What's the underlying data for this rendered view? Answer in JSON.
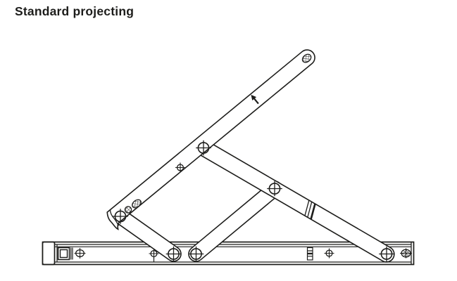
{
  "header": {
    "title": "Standard projecting"
  },
  "diagram": {
    "background": "#ffffff",
    "line_color": "#1d1d1b",
    "fill_color": "#ffffff",
    "symbols": {
      "pivot_hole": "circle-crosshair",
      "fixing_hole": "crosshatched-circle",
      "direction_arrow": "up-left-arrow"
    }
  }
}
